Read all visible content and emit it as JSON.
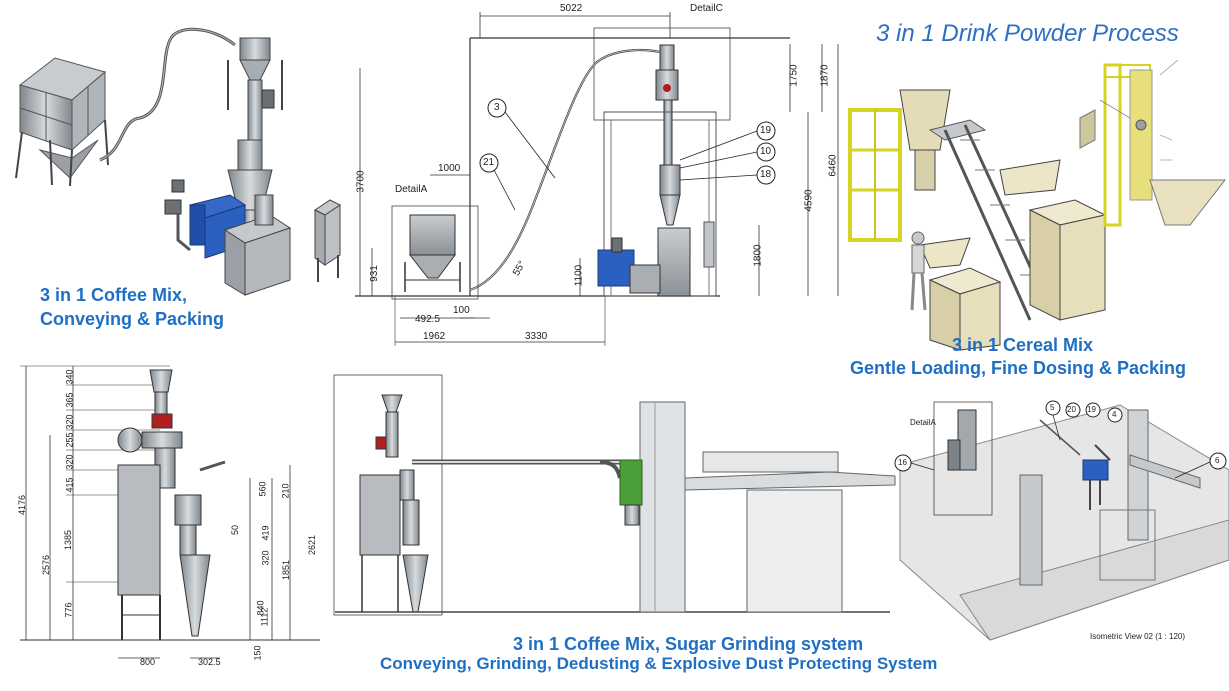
{
  "title": "3 in 1 Drink Powder Process",
  "captions": {
    "coffee_mix_line1": "3 in 1 Coffee Mix,",
    "coffee_mix_line2": "Conveying & Packing",
    "cereal_line1": "3 in 1 Cereal Mix",
    "cereal_line2": "Gentle Loading, Fine Dosing & Packing",
    "sugar_line1": "3 in 1 Coffee Mix, Sugar Grinding system",
    "sugar_line2": "Conveying, Grinding, Dedusting & Explosive Dust Protecting System"
  },
  "elevation_drawing": {
    "dims": {
      "top_width": "5022",
      "detail_c": "DetailC",
      "d1750": "1750",
      "d1870": "1870",
      "d6460": "6460",
      "d4590": "4590",
      "d1800": "1800",
      "d1100": "1100",
      "d1000": "1000",
      "d931": "931",
      "d3700": "3700",
      "d492_5": "492.5",
      "d100": "100",
      "d1962": "1962",
      "d3330": "3330",
      "angle": "55°",
      "detail_a": "DetailA"
    },
    "balloons": [
      "3",
      "21",
      "19",
      "10",
      "18"
    ]
  },
  "side_drawing": {
    "dims": {
      "d4176": "4176",
      "d2576": "2576",
      "d340": "340",
      "d365": "365",
      "d320a": "320",
      "d255": "255",
      "d320b": "320",
      "d415": "415",
      "d1385": "1385",
      "d776": "776",
      "d560": "560",
      "d210": "210",
      "d50": "50",
      "d419": "419",
      "d320c": "320",
      "d1851": "1851",
      "d2621": "2621",
      "d840": "840",
      "d1112": "1112",
      "d150": "150",
      "d800": "800",
      "d302_5": "302.5"
    }
  },
  "isometric_drawing": {
    "detail_a": "DetailA",
    "view_label": "Isometric View 02 (1 : 120)",
    "balloons": [
      "5",
      "20",
      "19",
      "4",
      "16",
      "6"
    ]
  },
  "colors": {
    "caption_blue": "#1f6fc4",
    "title_blue": "#2e6fc0",
    "machine_grey": "#9aa0a6",
    "frame_yellow": "#e0dc3a",
    "motor_blue": "#1f58b8",
    "tank_beige": "#e8e0bf",
    "line_blue": "#3a6fc9"
  }
}
